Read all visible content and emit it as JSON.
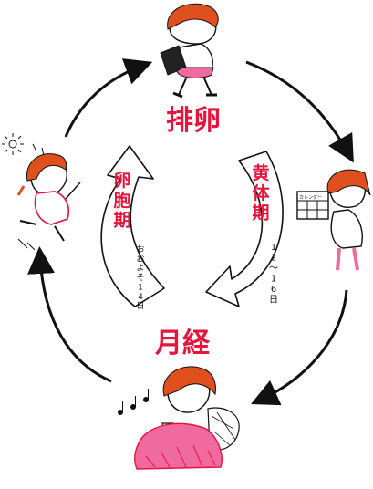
{
  "phases": {
    "ovulation": "排卵",
    "menstruation": "月経",
    "follicular": "卵胞期",
    "luteal": "黄体期"
  },
  "notes": {
    "follicular_days": "おおよそ14日",
    "luteal_days": "12〜16日",
    "calendar_label": "カレンダー",
    "sun_label": "晴れ"
  },
  "colors": {
    "accent": "#e8143c",
    "hair": "#e0501e",
    "ink": "#111111",
    "skirt": "#f06aa0"
  }
}
